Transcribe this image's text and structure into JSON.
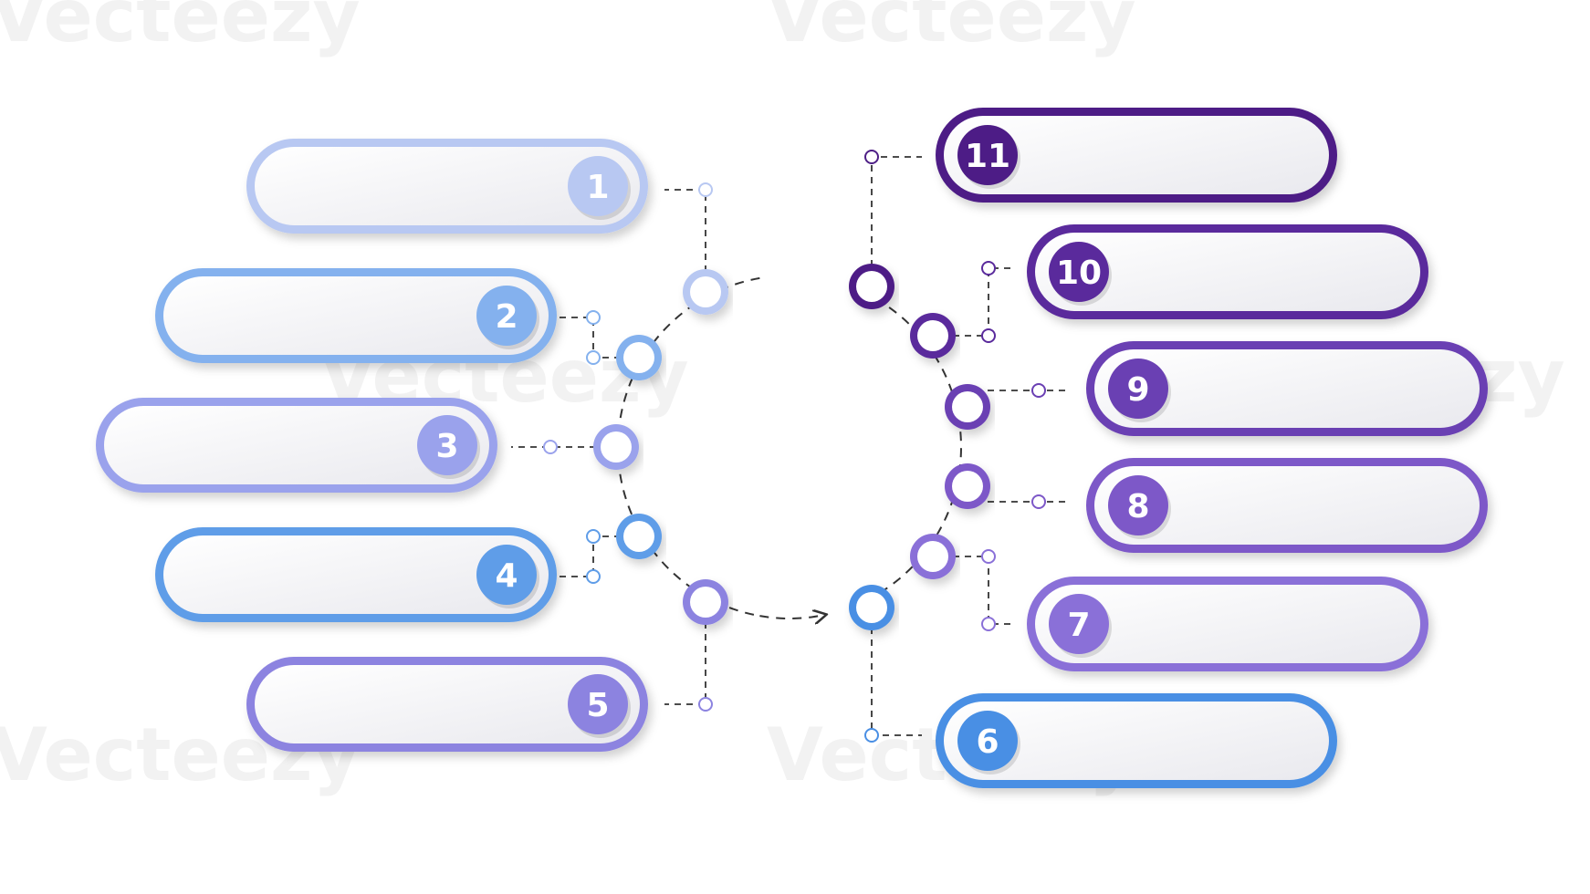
{
  "watermark": {
    "text": "Vecteezy"
  },
  "colors": {
    "p1": "#b8c8f2",
    "p2": "#84b1ee",
    "p3": "#9aa2ec",
    "p4": "#5f9de8",
    "p5": "#8c83e0",
    "p6": "#4a8fe4",
    "p7": "#8a70d8",
    "p8": "#7d58c8",
    "p9": "#6a3fb3",
    "p10": "#5a2a9c",
    "p11": "#4e1f86",
    "connector": "#333333"
  },
  "steps": [
    {
      "number": "1",
      "color": "#b8c8f2",
      "side": "left"
    },
    {
      "number": "2",
      "color": "#84b1ee",
      "side": "left"
    },
    {
      "number": "3",
      "color": "#9aa2ec",
      "side": "left"
    },
    {
      "number": "4",
      "color": "#5f9de8",
      "side": "left"
    },
    {
      "number": "5",
      "color": "#8c83e0",
      "side": "left"
    },
    {
      "number": "6",
      "color": "#4a8fe4",
      "side": "right"
    },
    {
      "number": "7",
      "color": "#8a70d8",
      "side": "right"
    },
    {
      "number": "8",
      "color": "#7d58c8",
      "side": "right"
    },
    {
      "number": "9",
      "color": "#6a3fb3",
      "side": "right"
    },
    {
      "number": "10",
      "color": "#5a2a9c",
      "side": "right"
    },
    {
      "number": "11",
      "color": "#4e1f86",
      "side": "right"
    }
  ]
}
